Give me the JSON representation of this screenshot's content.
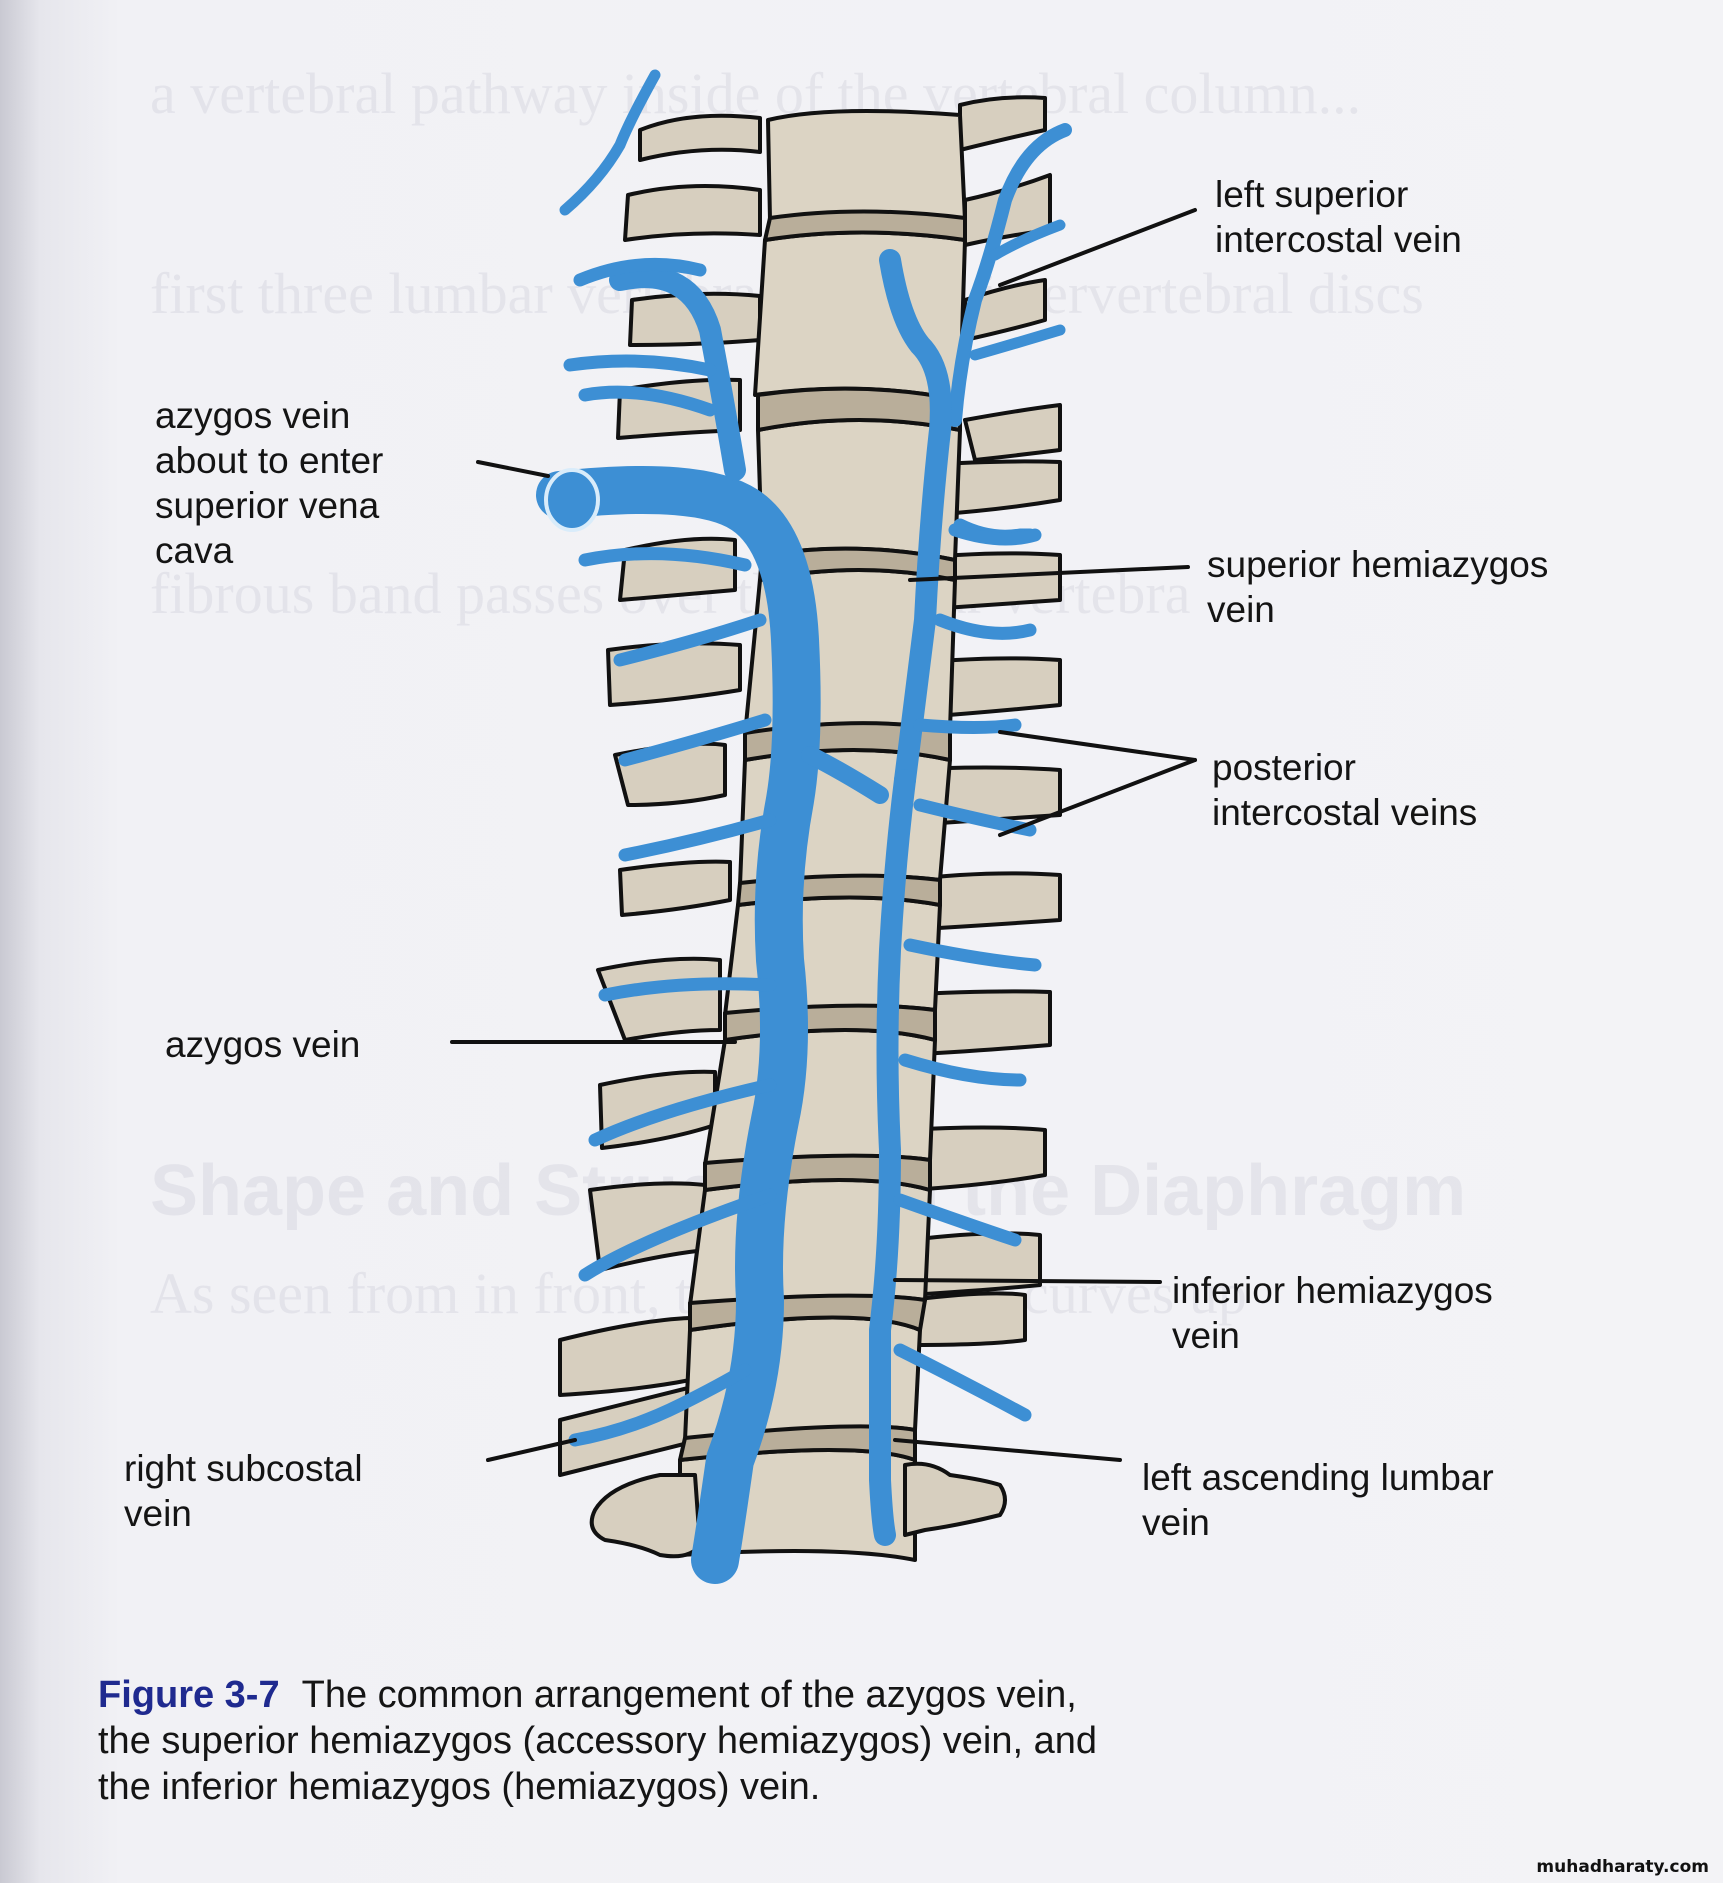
{
  "figure": {
    "number": "Figure 3-7",
    "caption_line1": "The common arrangement of the azygos vein,",
    "caption_line2": "the superior hemiazygos (accessory hemiazygos) vein, and",
    "caption_line3": "the inferior hemiazygos (hemiazygos) vein.",
    "caption_color": "#1f2a8f"
  },
  "labels": {
    "left_superior_intercostal": [
      "left superior",
      "intercostal vein"
    ],
    "azygos_svc": [
      "azygos vein",
      "about to enter",
      "superior vena",
      "cava"
    ],
    "superior_hemiazygos": [
      "superior hemiazygos",
      "vein"
    ],
    "posterior_intercostal": [
      "posterior",
      "intercostal veins"
    ],
    "azygos": [
      "azygos vein"
    ],
    "inferior_hemiazygos": [
      "inferior hemiazygos",
      "vein"
    ],
    "right_subcostal": [
      "right subcostal",
      "vein"
    ],
    "left_ascending_lumbar": [
      "left ascending lumbar",
      "vein"
    ]
  },
  "colors": {
    "vein": "#3d8fd4",
    "bone": "#d7cfbf",
    "disc": "#b9ae9a",
    "outline": "#111111",
    "paper": "#f3f3f6"
  },
  "watermark": "muhadharaty.com"
}
